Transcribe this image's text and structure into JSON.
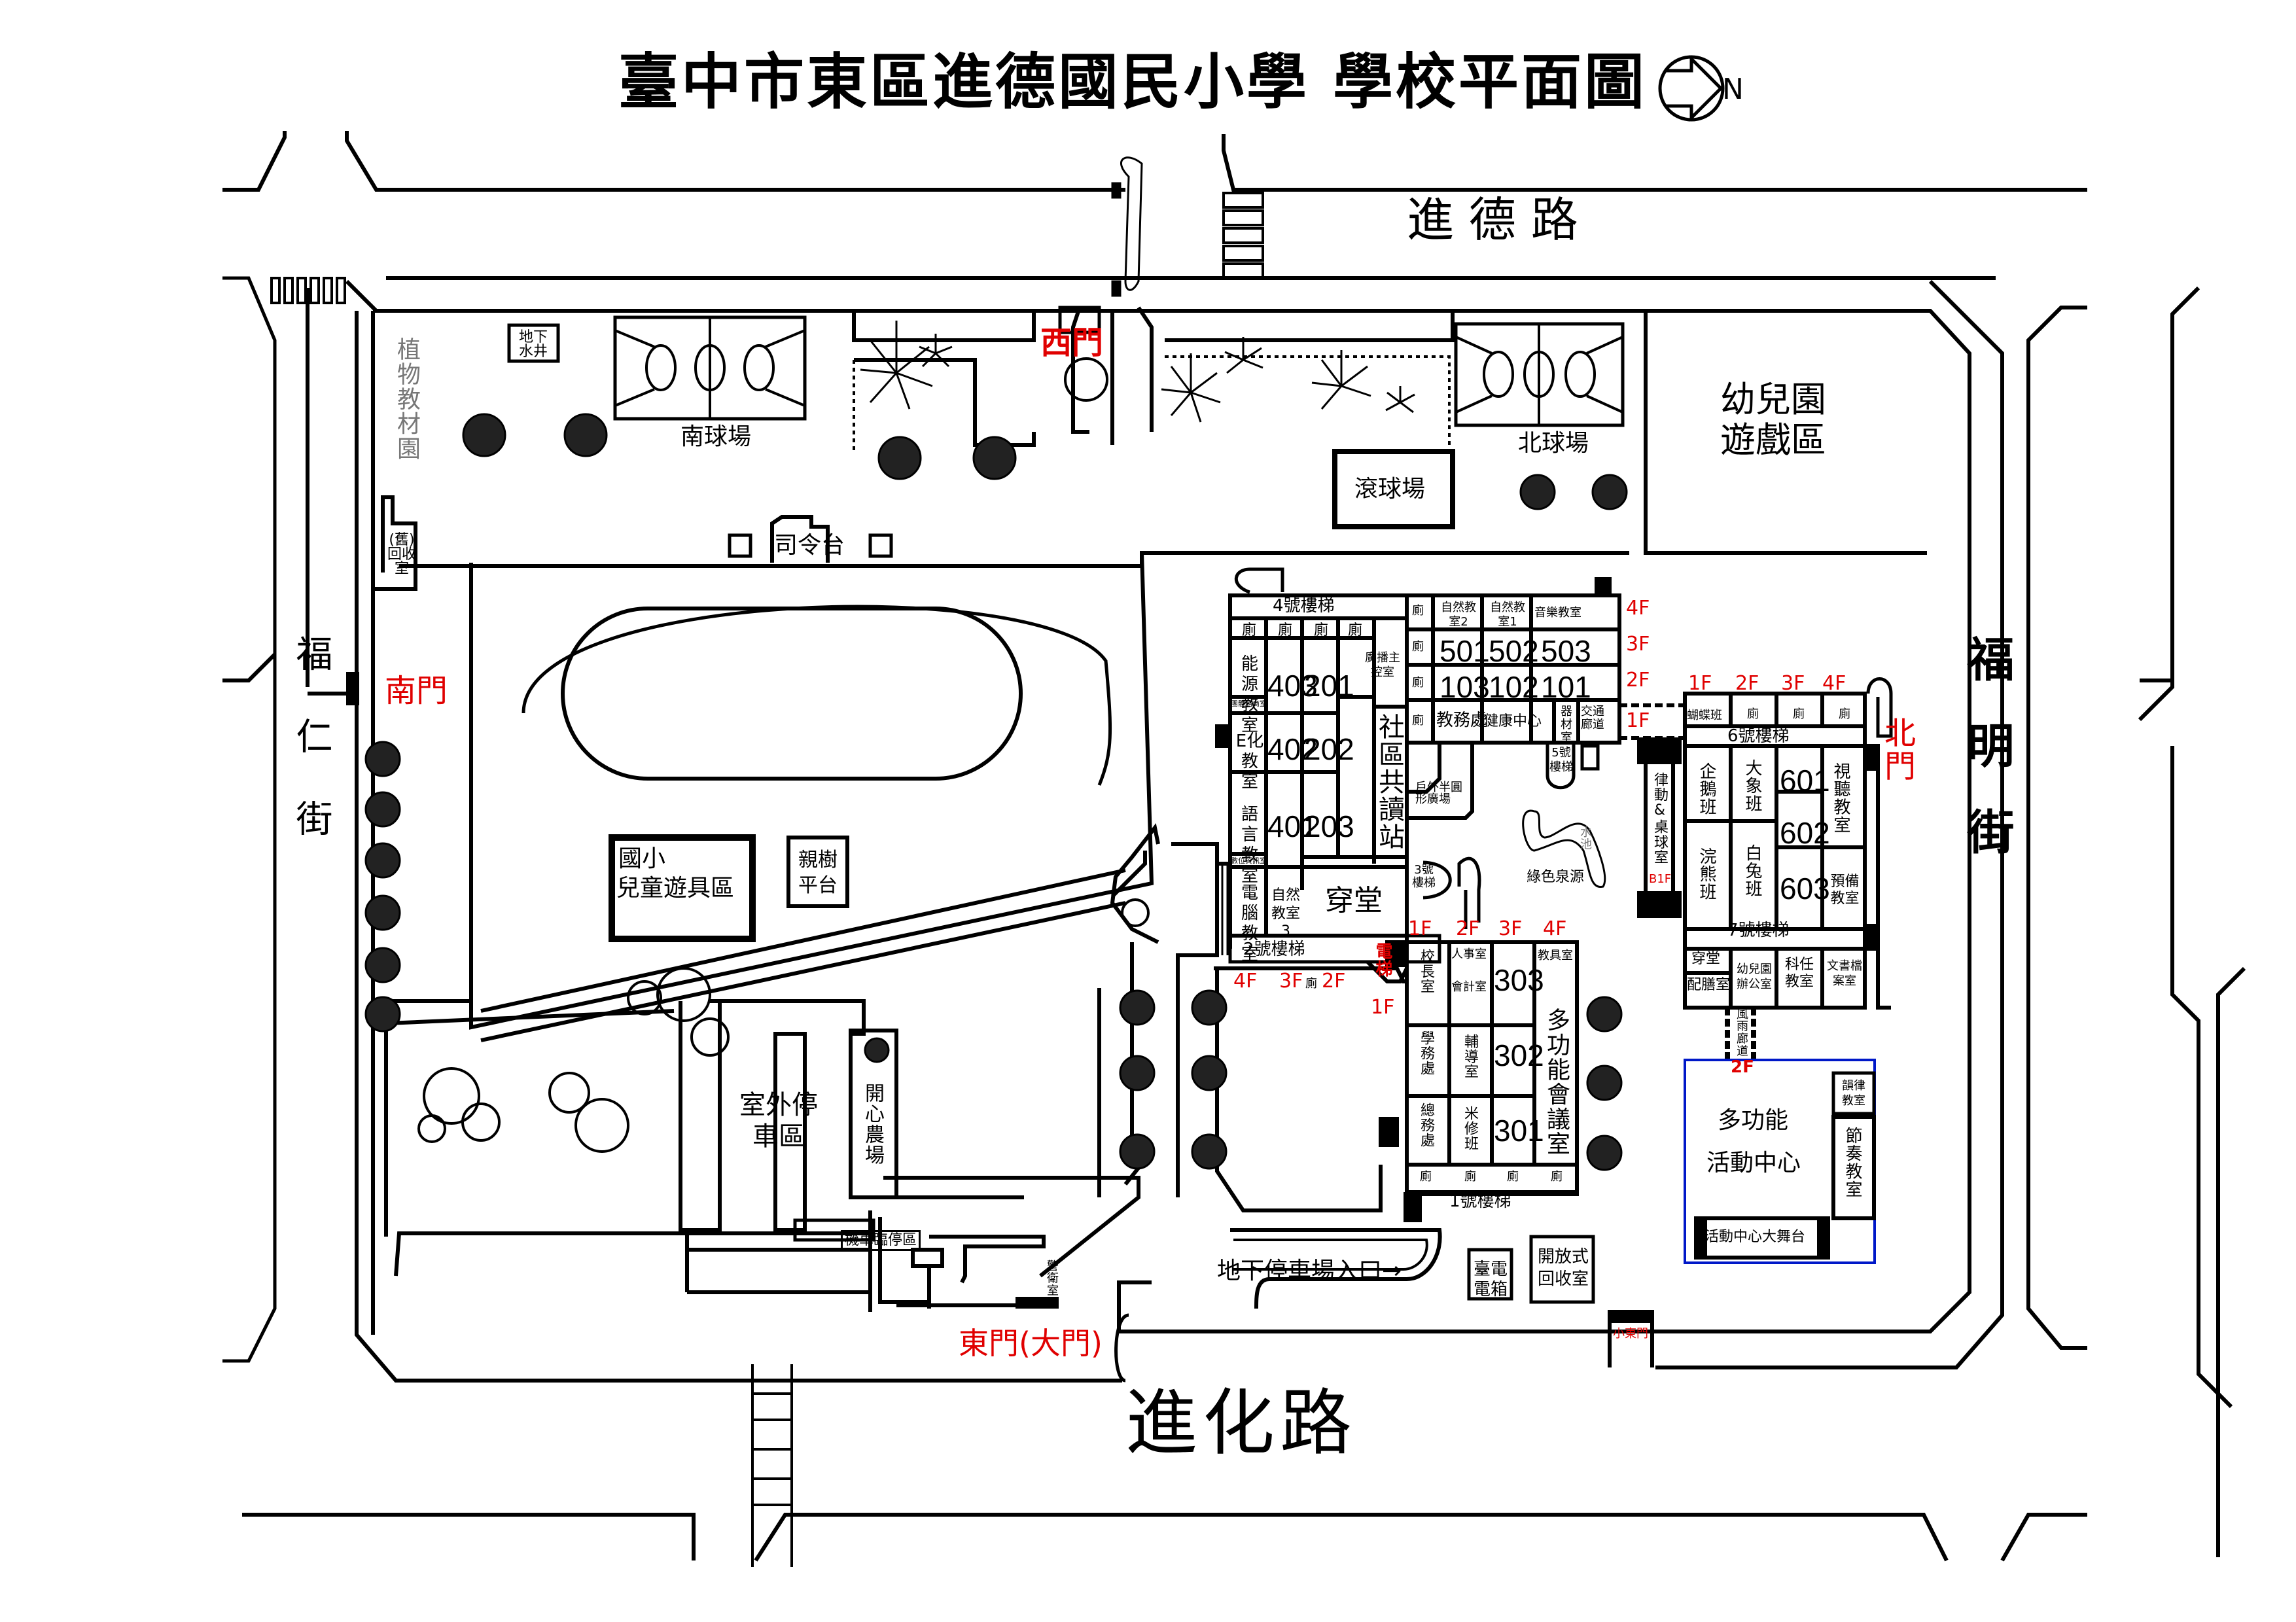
{
  "title": "臺中市東區進德國民小學 學校平面圖",
  "compass": {
    "icon": "north-arrow-icon",
    "label": "N"
  },
  "streets": {
    "north": "進 德 路",
    "south": "進化路",
    "west": "福仁街",
    "east": "福明街"
  },
  "gates": {
    "west": "西門",
    "south": "南門",
    "north": "北門",
    "east_main": "東門(大門)",
    "east_small": "小東門"
  },
  "outdoor": {
    "plant_garden": "植物教材園",
    "well": "地下水井",
    "south_court": "南球場",
    "north_court": "北球場",
    "bocce": "滾球場",
    "kindergarten_play": "幼兒園遊戲區",
    "old_recycle": "(舊)回收室",
    "podium": "司令台",
    "playground_line1": "國小",
    "playground_line2": "兒童遊具區",
    "tree_platform": "親樹平台",
    "outdoor_parking": "室外停車區",
    "happy_farm": "開心農場",
    "moto_parking": "機車臨停區",
    "guard_room": "警衛室",
    "underground_parking": "地下停車場入口→",
    "taipower_box": "臺電電箱",
    "open_recycle": "開放式回收室",
    "green_spring": "綠色泉源",
    "pond": "水池",
    "semicircle_plaza": "戶外半圓形廣場"
  },
  "bldg_west": {
    "stair4": "4號樓梯",
    "toilet": "廁",
    "energy_room": "能源教室",
    "group_counsel": "團體諮商室",
    "e_room": "E化教室",
    "language_room": "語言教室",
    "digital_room": "數位資訊室",
    "computer_room": "電腦教室",
    "science3": "自然教室3",
    "passage": "穿堂",
    "broadcast": "廣播主控室",
    "community_reading": "社區共讀站",
    "rooms": [
      "403",
      "201",
      "402",
      "202",
      "401",
      "203"
    ],
    "stair2": "2號樓梯",
    "elevator": "電梯",
    "floors_stair2": [
      "4F",
      "3F",
      "2F"
    ],
    "elevator_floor": "1F"
  },
  "bldg_north": {
    "science2": "自然教室2",
    "science1": "自然教室1",
    "music": "音樂教室",
    "rooms3f": [
      "501",
      "502",
      "503"
    ],
    "rooms2f": [
      "103",
      "102",
      "101"
    ],
    "academic": "教務處",
    "health": "健康中心",
    "equipment": "器材室",
    "corridor": "交通廊道",
    "stair5": "5號樓梯",
    "stair3": "3號樓梯",
    "floors": [
      "4F",
      "3F",
      "2F",
      "1F"
    ]
  },
  "bldg_east": {
    "butterfly": "蝴蝶班",
    "stair6": "6號樓梯",
    "penguin": "企鵝班",
    "elephant": "大象班",
    "raccoon": "浣熊班",
    "rabbit": "白兔班",
    "rooms": [
      "601",
      "602",
      "603"
    ],
    "av_room": "視聽教室",
    "prep_room": "預備教室",
    "stair7": "7號樓梯",
    "passage": "穿堂",
    "meal_room": "配膳室",
    "kg_office": "幼兒園辦公室",
    "subject_room": "科任教室",
    "archive": "文書檔案室",
    "rhythm_pingpong": "律動&桌球室",
    "b1f": "B1F",
    "floors": [
      "1F",
      "2F",
      "3F",
      "4F"
    ],
    "rain_corridor": "風雨廊道",
    "corridor_floor": "2F"
  },
  "activity_center": {
    "name_line1": "多功能",
    "name_line2": "活動中心",
    "melody": "韻律教室",
    "rhythm": "節奏教室",
    "stage": "活動中心大舞台",
    "border_color": "#0018c8"
  },
  "bldg_admin": {
    "floors": [
      "1F",
      "2F",
      "3F",
      "4F"
    ],
    "principal": "校長室",
    "personnel": "人事室",
    "accounting": "會計室",
    "rooms": [
      "303",
      "302",
      "301"
    ],
    "supply": "教具室",
    "student_affairs": "學務處",
    "counseling": "輔導室",
    "general_affairs": "總務處",
    "rice_class": "米修班",
    "meeting": "多功能會議室",
    "stair1": "1號樓梯",
    "toilet": "廁"
  },
  "colors": {
    "gate_red": "#e00000",
    "line": "#000000",
    "activity_blue": "#0018c8"
  }
}
